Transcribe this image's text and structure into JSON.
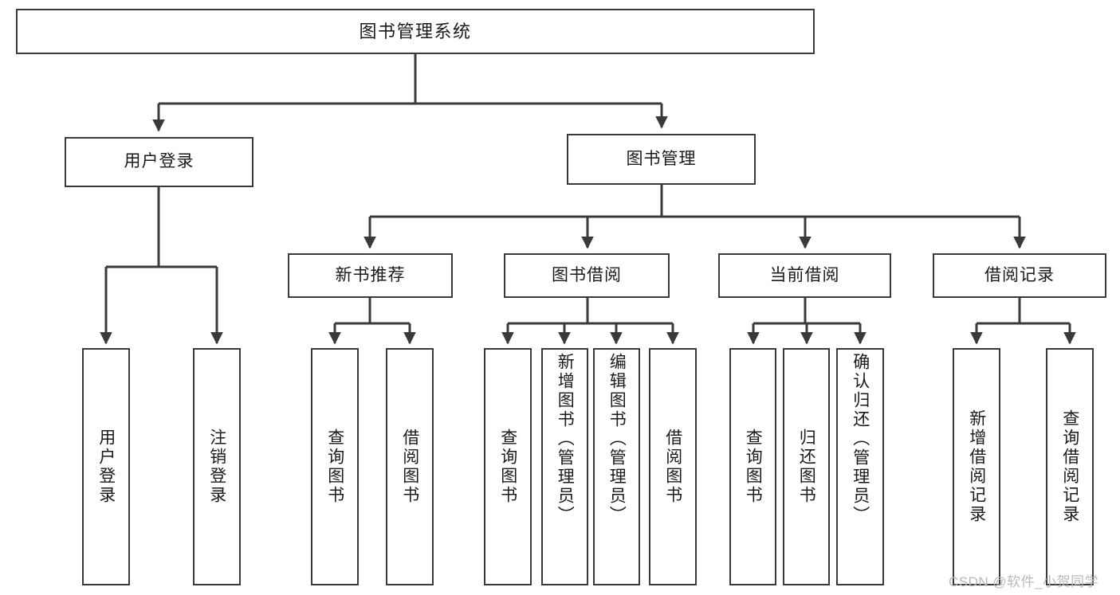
{
  "diagram": {
    "title": "图书管理系统",
    "type": "tree-hierarchy",
    "orientation": "top-down",
    "style": {
      "box_border_color": "#3a3a3a",
      "box_fill_color": "#ffffff",
      "edge_color": "#3a3a3a",
      "text_color": "#1a1a1a",
      "background": "#ffffff",
      "watermark_color": "#b9b9b9"
    },
    "root": {
      "id": "root",
      "label": "图书管理系统"
    },
    "level2": [
      {
        "id": "user-login",
        "label": "用户登录"
      },
      {
        "id": "book-manage",
        "label": "图书管理"
      }
    ],
    "level3": [
      {
        "id": "new-book-rec",
        "label": "新书推荐",
        "parent": "book-manage"
      },
      {
        "id": "book-borrow",
        "label": "图书借阅",
        "parent": "book-manage"
      },
      {
        "id": "current-borrow",
        "label": "当前借阅",
        "parent": "book-manage"
      },
      {
        "id": "borrow-record",
        "label": "借阅记录",
        "parent": "book-manage"
      }
    ],
    "leaves": [
      {
        "id": "leaf-user-login",
        "label": "用户登录",
        "parent": "user-login"
      },
      {
        "id": "leaf-logout",
        "label": "注销登录",
        "parent": "user-login"
      },
      {
        "id": "leaf-query-book-1",
        "label": "查询图书",
        "parent": "new-book-rec"
      },
      {
        "id": "leaf-borrow-book-1",
        "label": "借阅图书",
        "parent": "new-book-rec"
      },
      {
        "id": "leaf-query-book-2",
        "label": "查询图书",
        "parent": "book-borrow"
      },
      {
        "id": "leaf-add-book",
        "label": "新增图书（管理员）",
        "parent": "book-borrow"
      },
      {
        "id": "leaf-edit-book",
        "label": "编辑图书（管理员）",
        "parent": "book-borrow"
      },
      {
        "id": "leaf-borrow-book-2",
        "label": "借阅图书",
        "parent": "book-borrow"
      },
      {
        "id": "leaf-query-book-3",
        "label": "查询图书",
        "parent": "current-borrow"
      },
      {
        "id": "leaf-return-book",
        "label": "归还图书",
        "parent": "current-borrow"
      },
      {
        "id": "leaf-confirm-return",
        "label": "确认归还（管理员）",
        "parent": "current-borrow"
      },
      {
        "id": "leaf-add-record",
        "label": "新增借阅记录",
        "parent": "borrow-record"
      },
      {
        "id": "leaf-query-record",
        "label": "查询借阅记录",
        "parent": "borrow-record"
      }
    ],
    "watermark": "CSDN @软件_小贺同学"
  }
}
